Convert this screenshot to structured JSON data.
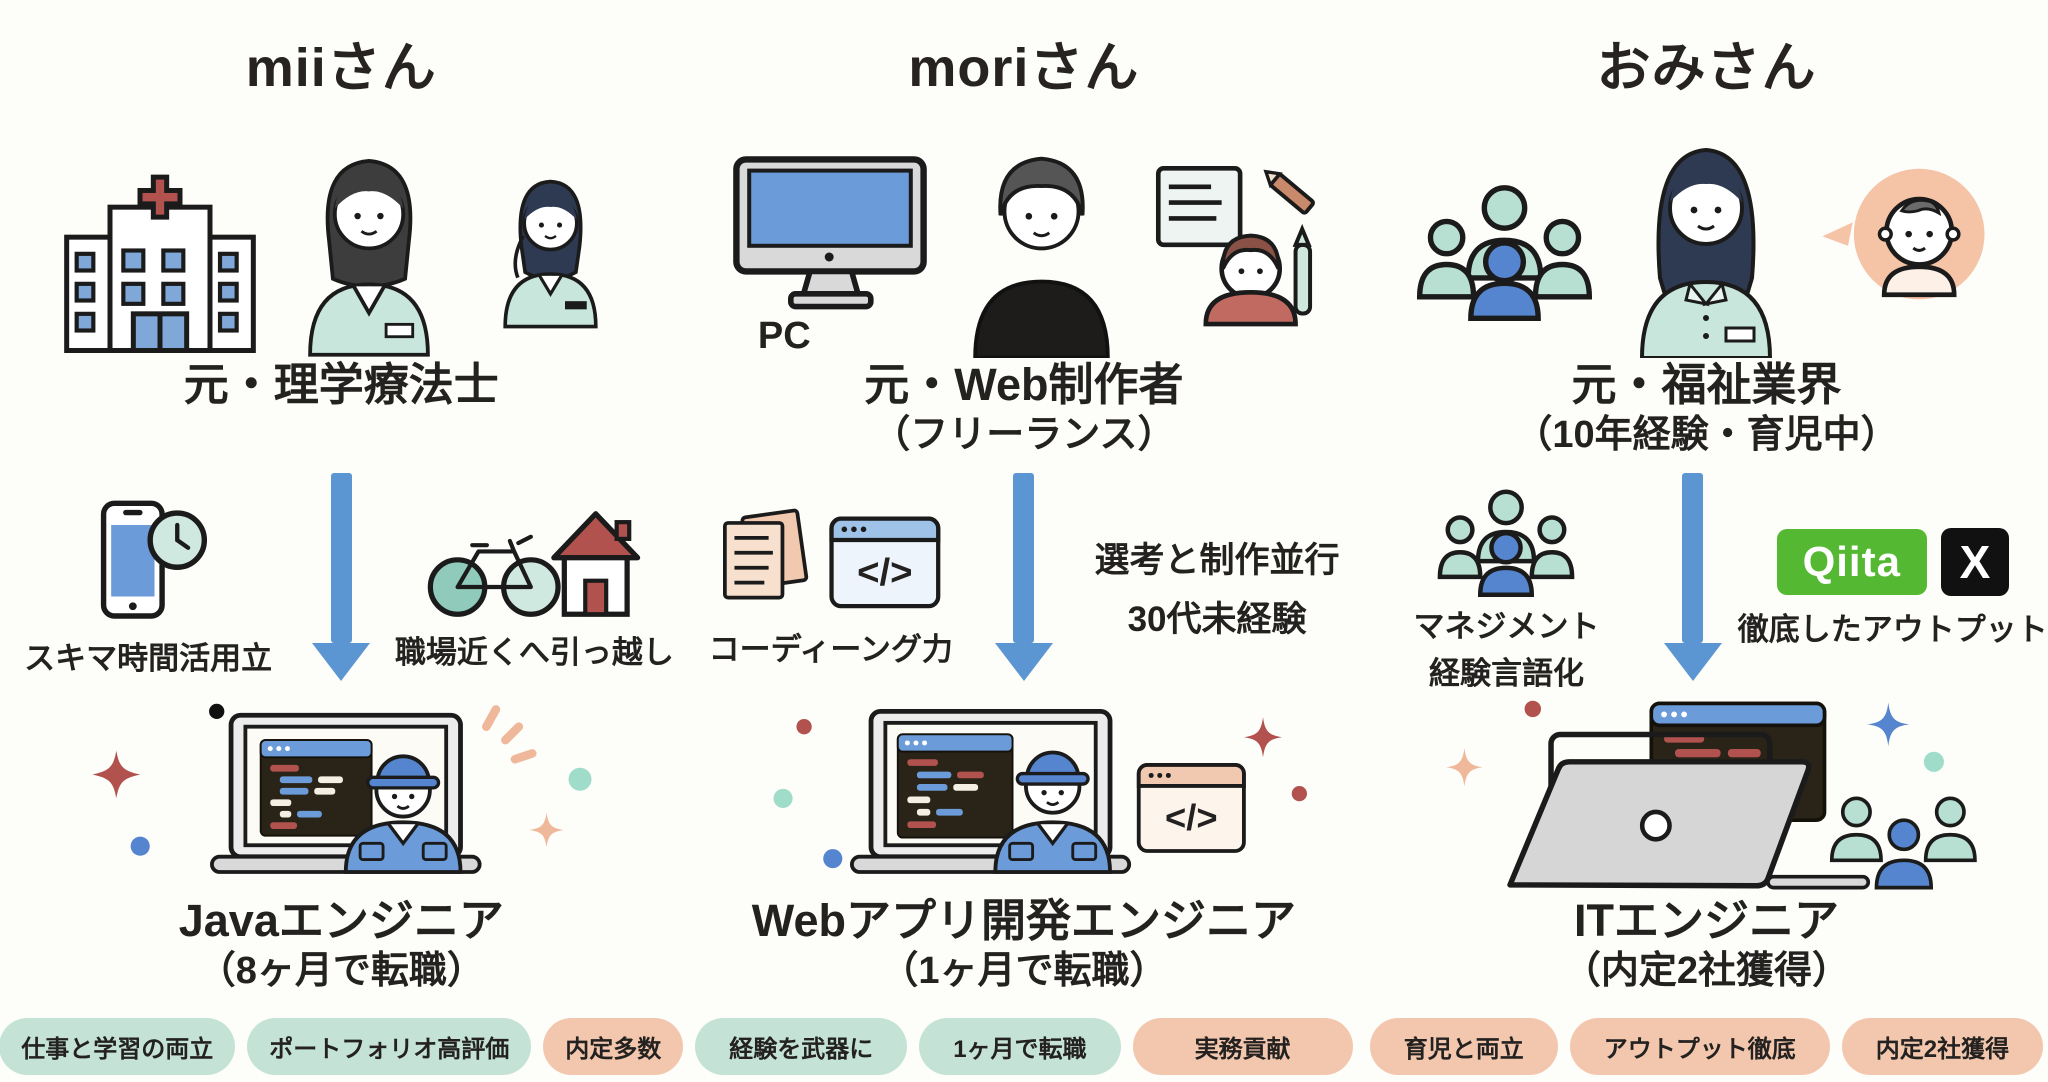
{
  "glyphs": {
    "code": "</>"
  },
  "colors": {
    "mint_badge": "#c4e3d6",
    "peach_badge": "#f3c7ae",
    "arrow_blue": "#5b96d2",
    "qiita_green": "#55b832",
    "x_black": "#111111",
    "accent_red": "#b2524e",
    "teal": "#c8e6dc",
    "person_blue": "#5585cf"
  },
  "columns": [
    {
      "title": "miiさん",
      "former_role": "元・理学療法士",
      "left_factor": "スキマ時間活用立",
      "right_factor": "職場近くへ引っ越し",
      "new_role": "Javaエンジニア",
      "new_role_sub": "（8ヶ月で転職）",
      "badges": [
        {
          "label": "仕事と学習の両立",
          "color": "mint"
        },
        {
          "label": "ポートフォリオ高評価",
          "color": "mint"
        },
        {
          "label": "内定多数",
          "color": "peach"
        }
      ]
    },
    {
      "title": "moriさん",
      "former_role": "元・Web制作者",
      "former_role_sub": "（フリーランス）",
      "pc_label": "PC",
      "left_factor": "コーディーング力",
      "right_factor": "選考と制作並行",
      "right_factor_line2": "30代未経験",
      "new_role": "Webアプリ開発エンジニア",
      "new_role_sub": "（1ヶ月で転職）",
      "badges": [
        {
          "label": "経験を武器に",
          "color": "mint"
        },
        {
          "label": "1ヶ月で転職",
          "color": "mint"
        },
        {
          "label": "実務貢献",
          "color": "peach"
        }
      ]
    },
    {
      "title": "おみさん",
      "former_role": "元・福祉業界",
      "former_role_sub": "（10年経験・育児中）",
      "left_factor": "マネジメント",
      "left_factor_line2": "経験言語化",
      "qiita_label": "Qiita",
      "x_label": "X",
      "right_factor": "徹底したアウトプット",
      "new_role": "ITエンジニア",
      "new_role_sub": "（内定2社獲得）",
      "badges": [
        {
          "label": "育児と両立",
          "color": "peach"
        },
        {
          "label": "アウトプット徹底",
          "color": "peach"
        },
        {
          "label": "内定2社獲得",
          "color": "peach"
        }
      ]
    }
  ]
}
